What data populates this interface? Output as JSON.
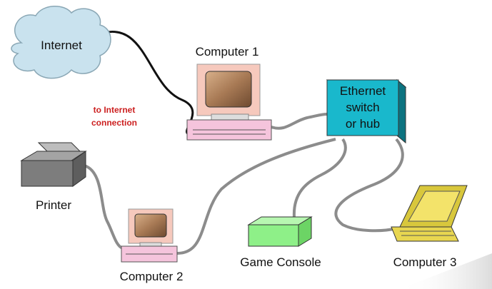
{
  "labels": {
    "internet": "Internet",
    "to_internet_line1": "to Internet",
    "to_internet_line2": "connection",
    "computer1": "Computer 1",
    "computer2": "Computer 2",
    "computer3": "Computer 3",
    "switch_line1": "Ethernet",
    "switch_line2": "switch",
    "switch_line3": "or hub",
    "printer": "Printer",
    "game_console": "Game Console"
  },
  "colors": {
    "cloud": "#c9e2ee",
    "switch": "#19b8cc",
    "monitor_frame": "#f6c9bd",
    "screen": "#a87a55",
    "keyboard_base": "#f5c4dc",
    "console": "#8ef088",
    "laptop": "#d8c73c",
    "printer": "#7d7d7d",
    "cable_gray": "#8c8c8c",
    "cable_black": "#111111",
    "accent_red": "#cc1f1f"
  }
}
